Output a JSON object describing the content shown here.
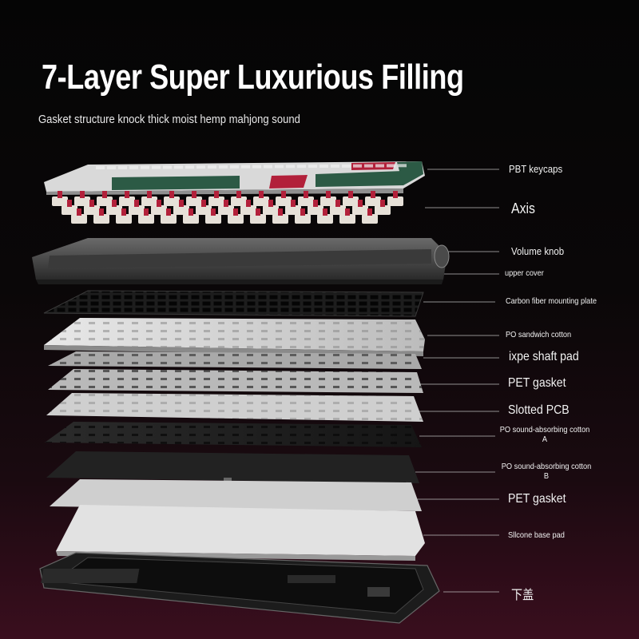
{
  "title": "7-Layer Super Luxurious Filling",
  "subtitle": "Gasket structure knock thick moist hemp mahjong sound",
  "labels": {
    "keycaps": "PBT keycaps",
    "axis": "Axis",
    "volume_knob": "Volume knob",
    "upper_cover": "upper cover",
    "mounting_plate": "Carbon fiber mounting plate",
    "po_sandwich": "PO sandwich cotton",
    "ixpe": "ixpe shaft pad",
    "pet_gasket_1": "PET gasket",
    "slotted_pcb": "Slotted PCB",
    "po_cotton_a_line1": "PO sound-absorbing cotton",
    "po_cotton_a_line2": "A",
    "po_cotton_b_line1": "PO sound-absorbing cotton",
    "po_cotton_b_line2": "B",
    "pet_gasket_2": "PET gasket",
    "silicone_pad": "Sllcone base pad",
    "bottom_cover": "下盖"
  },
  "colors": {
    "accent_red": "#b2203a",
    "accent_green": "#2c5a45",
    "line": "#bdbdbd"
  }
}
